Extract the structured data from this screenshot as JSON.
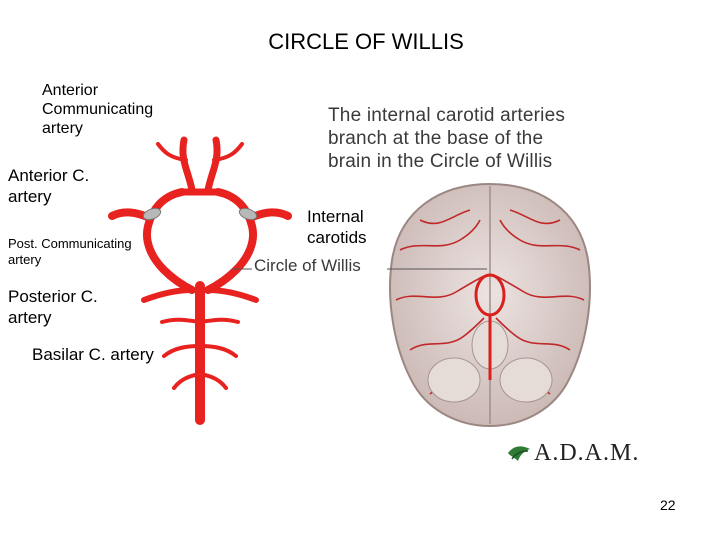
{
  "title": "CIRCLE OF WILLIS",
  "labels": {
    "anterior_communicating": [
      "Anterior",
      "Communicating",
      "artery"
    ],
    "anterior_c": [
      "Anterior C.",
      "artery"
    ],
    "post_communicating": [
      "Post. Communicating",
      "artery"
    ],
    "posterior_c": [
      "Posterior C.",
      "artery"
    ],
    "basilar": "Basilar C. artery",
    "internal_carotids": [
      "Internal",
      "carotids"
    ]
  },
  "image_caption": [
    "The internal carotid arteries",
    "branch at the base of the",
    "brain in the Circle of Willis"
  ],
  "image_label": "Circle of Willis",
  "brand": "A.D.A.M.",
  "page_number": "22",
  "colors": {
    "artery": "#e8221f",
    "artery_dark": "#b80f12",
    "brain": "#d9c9c6",
    "vessel": "#c0282a"
  }
}
